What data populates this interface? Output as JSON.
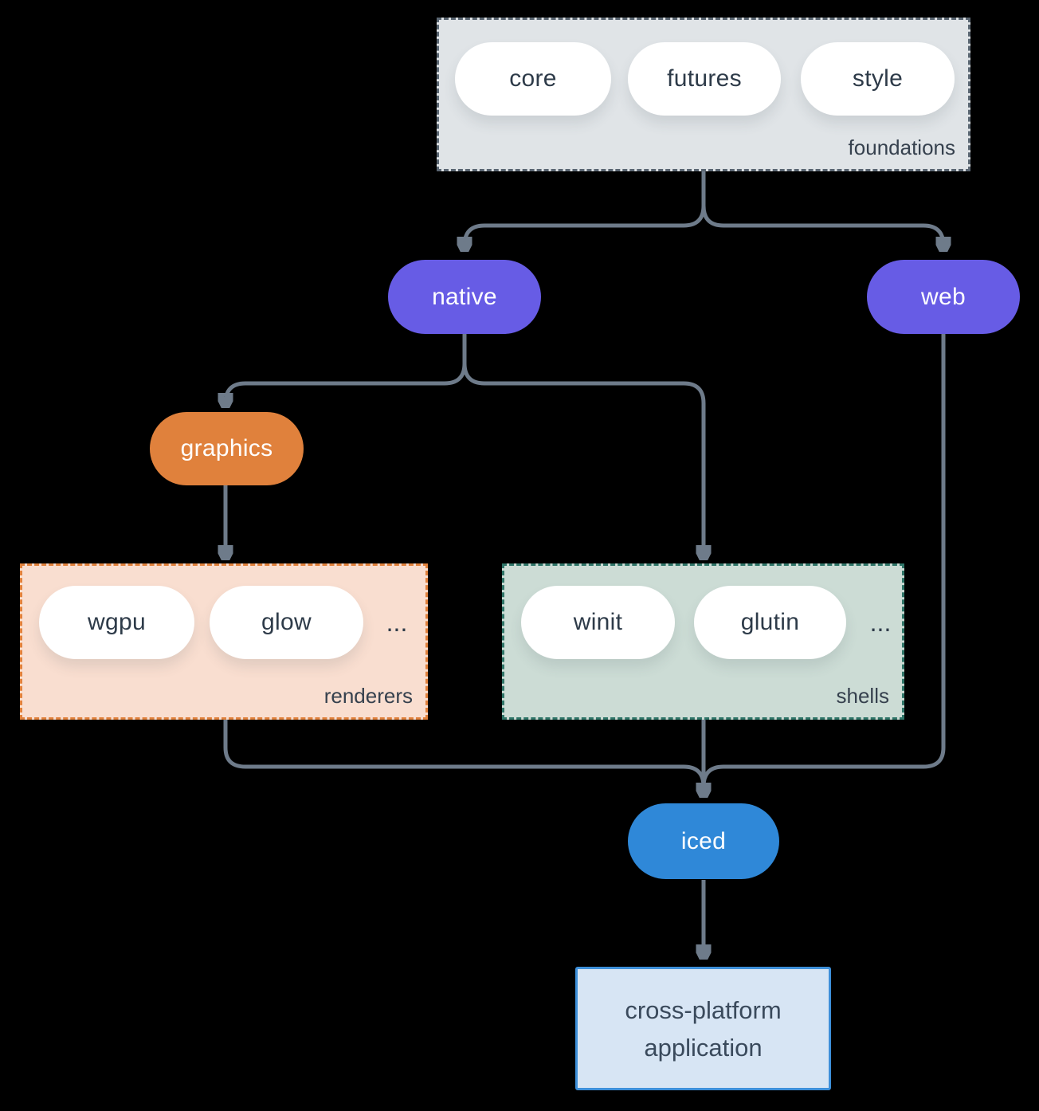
{
  "colors": {
    "bg": "#000000",
    "line": "#6E7B8A",
    "pill-text-dark": "#2E3B49",
    "pill-white": "#FFFFFF",
    "purple": "#675CE5",
    "orange": "#E0813C",
    "blue": "#2F88D8",
    "foundations-fill": "#E0E4E7",
    "foundations-border": "#5A6672",
    "renderers-fill": "#F9DED0",
    "renderers-border": "#E0813C",
    "shells-fill": "#CCDCD5",
    "shells-border": "#2F7568",
    "app-fill": "#D7E5F4",
    "app-border": "#3D8FD9",
    "label-text": "#36414E",
    "app-text": "#3A4A5C"
  },
  "diagram": {
    "foundations": {
      "label": "foundations",
      "items": [
        "core",
        "futures",
        "style"
      ]
    },
    "native": {
      "label": "native"
    },
    "web": {
      "label": "web"
    },
    "graphics": {
      "label": "graphics"
    },
    "renderers": {
      "label": "renderers",
      "items": [
        "wgpu",
        "glow"
      ],
      "ellipsis": "..."
    },
    "shells": {
      "label": "shells",
      "items": [
        "winit",
        "glutin"
      ],
      "ellipsis": "..."
    },
    "iced": {
      "label": "iced"
    },
    "application": {
      "line1": "cross-platform",
      "line2": "application"
    }
  }
}
